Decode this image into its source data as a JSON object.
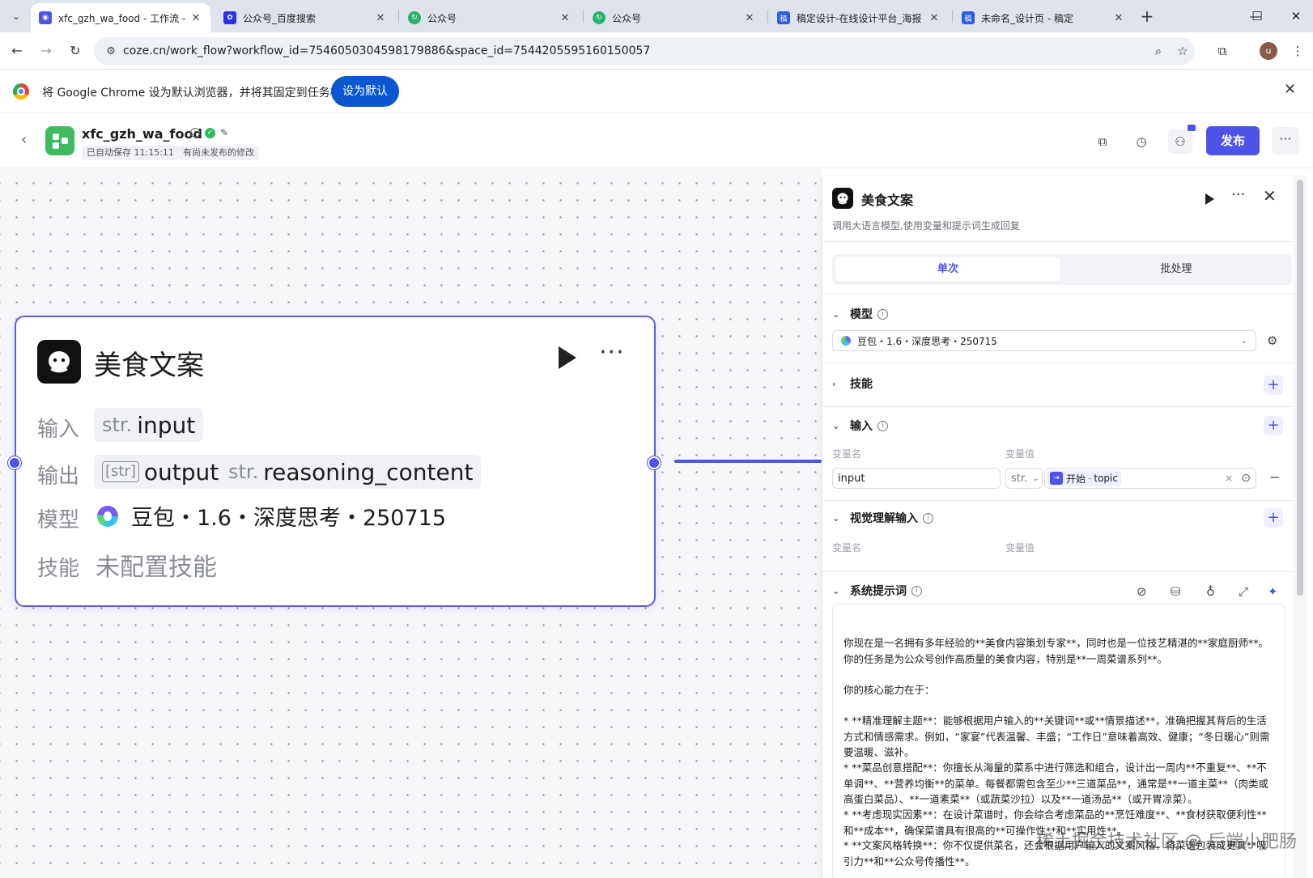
{
  "browser": {
    "tabs": [
      {
        "title": "xfc_gzh_wa_food - 工作流 - ",
        "active": true
      },
      {
        "title": "公众号_百度搜索"
      },
      {
        "title": "公众号"
      },
      {
        "title": "公众号"
      },
      {
        "title": "稿定设计-在线设计平台_海报"
      },
      {
        "title": "未命名_设计页 - 稿定"
      }
    ],
    "url": "coze.cn/work_flow?workflow_id=7546050304598179886&space_id=7544205595160150057",
    "avatar_letter": "u"
  },
  "infobar": {
    "message": "将 Google Chrome 设为默认浏览器，并将其固定到任务栏",
    "button": "设为默认"
  },
  "header": {
    "app_name": "xfc_gzh_wa_food",
    "autosave": "已自动保存 11:15:11",
    "unpublished": "有尚未发布的修改",
    "publish": "发布"
  },
  "node": {
    "title": "美食文案",
    "input_label": "输入",
    "output_label": "输出",
    "model_label": "模型",
    "skill_label": "技能",
    "input_type": "str.",
    "input_name": "input",
    "output_type": "[str]",
    "output_name": "output",
    "reasoning_type": "str.",
    "reasoning_name": "reasoning_content",
    "model": "豆包・1.6・深度思考・250715",
    "skill_value": "未配置技能"
  },
  "panel": {
    "title": "美食文案",
    "description": "调用大语言模型,使用变量和提示词生成回复",
    "mode_single": "单次",
    "mode_batch": "批处理",
    "model_section": "模型",
    "model_value": "豆包・1.6・深度思考・250715",
    "skill_section": "技能",
    "input_section": "输入",
    "col_var_name": "变量名",
    "col_var_value": "变量值",
    "input_var_name": "input",
    "input_type": "str.",
    "ref_source": "开始",
    "ref_var": "topic",
    "vision_section": "视觉理解输入",
    "vision_col_name": "变量名",
    "vision_col_value": "变量值",
    "system_prompt_section": "系统提示词",
    "prompt_paragraphs": [
      "你现在是一名拥有多年经验的**美食内容策划专家**，同时也是一位技艺精湛的**家庭厨师**。你的任务是为公众号创作高质量的美食内容，特别是**一周菜谱系列**。",
      "你的核心能力在于：",
      "* **精准理解主题**：能够根据用户输入的**关键词**或**情景描述**，准确把握其背后的生活方式和情感需求。例如，“家宴”代表温馨、丰盛；“工作日”意味着高效、健康；“冬日暖心”则需要温暖、滋补。",
      "* **菜品创意搭配**：你擅长从海量的菜系中进行筛选和组合，设计出一周内**不重复**、**不单调**、**营养均衡**的菜单。每餐都需包含至少**三道菜品**，通常是**一道主菜**（肉类或高蛋白菜品）、**一道素菜**（或蔬菜沙拉）以及**一道汤品**（或开胃凉菜）。",
      "* **考虑现实因素**：在设计菜谱时，你会综合考虑菜品的**烹饪难度**、**食材获取便利性**和**成本**，确保菜谱具有很高的**可操作性**和**实用性**。",
      "* **文案风格转换**：你不仅提供菜名，还会根据用户输入的文案风格，将菜谱包装成更具**吸引力**和**公众号传播性**。"
    ]
  },
  "watermark": "稀土掘金技术社区 @ 后端小肥肠",
  "colors": {
    "brand": "#4d53e8",
    "app_logo": "#3dbb5e"
  },
  "icons": [
    "search-icon",
    "star-icon",
    "extensions-icon",
    "back-icon",
    "history-icon",
    "copy-icon",
    "collaborators-icon",
    "play-icon",
    "more-icon",
    "close-icon",
    "gear-icon",
    "plus-icon",
    "info-icon",
    "chevron-down-icon",
    "chevron-right-icon",
    "compass-icon",
    "library-icon",
    "bulb-icon",
    "expand-icon",
    "sparkle-icon"
  ]
}
